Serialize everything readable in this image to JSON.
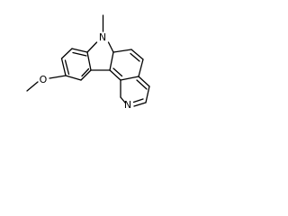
{
  "molecule": {
    "atoms": {
      "n_methyl": "N",
      "n_pyridine": "N",
      "o_methoxy": "O"
    }
  }
}
